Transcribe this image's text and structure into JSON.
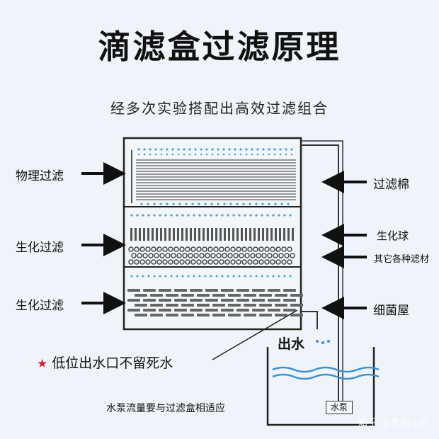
{
  "title": "滴滤盒过滤原理",
  "subtitle": "经多次实验搭配出高效过滤组合",
  "left_labels": {
    "physical": "物理过滤",
    "bio1": "生化过滤",
    "bio2": "生化过滤"
  },
  "right_labels": {
    "cotton": "过滤棉",
    "bioball": "生化球",
    "other_media": "其它各种滤材",
    "bacteria_house": "细菌屋"
  },
  "outlet_label": "出水",
  "note": {
    "star": "★",
    "text": "低位出水口不留死水"
  },
  "pump_note": "水泵流量要与过滤盒相适应",
  "pump_label": "水泵",
  "watermark": "知乎 @告别小白",
  "colors": {
    "background": "#eef4f9",
    "box_stroke": "#222222",
    "water_line": "#3b8fd6",
    "star": "#d81e3a"
  }
}
